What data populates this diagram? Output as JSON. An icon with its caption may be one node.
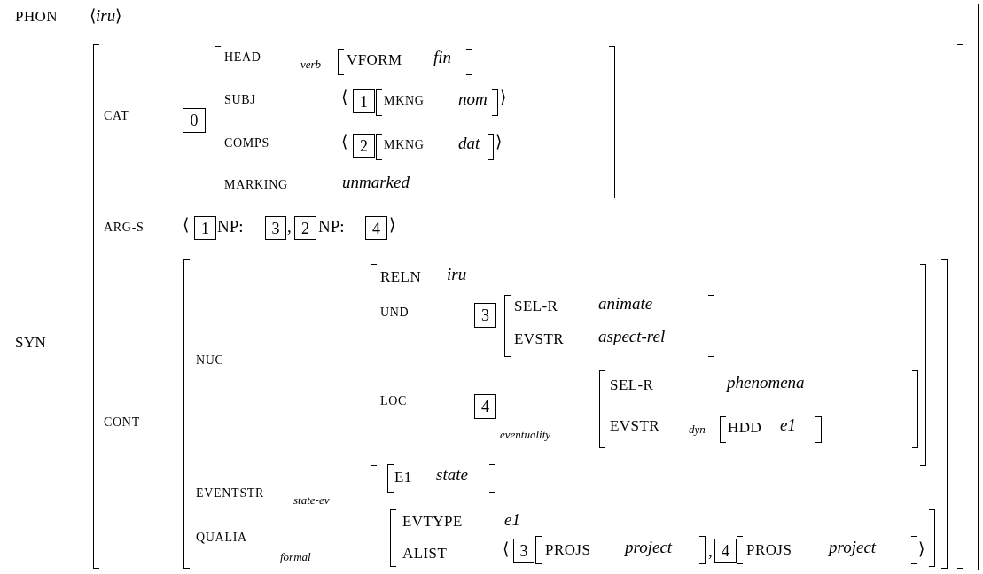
{
  "diagram": {
    "nodes": [
      {
        "text": [
          "PHON",
          "⟨*iru*⟩",
          "SYN"
        ]
      },
      {
        "text": [
          "CAT",
          "ARG-S",
          "⟨",
          "NP:",
          ",",
          "NP:",
          "⟩",
          "CONT"
        ],
        "in": 0
      },
      {
        "text": [
          "0"
        ],
        "in": 1
      },
      {
        "text": [
          "HEAD",
          "verb",
          "SUBJ",
          "⟨",
          "⟩",
          "COMPS",
          "⟨",
          "⟩",
          "MARKING",
          "unmarked"
        ],
        "in": 1
      },
      {
        "text": [
          "VFORM",
          "fin"
        ],
        "in": 3
      },
      {
        "text": [
          "1"
        ],
        "in": 3
      },
      {
        "text": [
          "MKNG",
          "nom"
        ],
        "in": 3
      },
      {
        "text": [
          "2"
        ],
        "in": 3
      },
      {
        "text": [
          "MKNG",
          "dat"
        ],
        "in": 3
      },
      {
        "text": [
          "1"
        ],
        "in": 1
      },
      {
        "text": [
          "3"
        ],
        "in": 1
      },
      {
        "text": [
          "2"
        ],
        "in": 1
      },
      {
        "text": [
          "4"
        ],
        "in": 1
      },
      {
        "text": [
          "NUC",
          "EVENTSTR",
          "state-ev",
          "QUALIA",
          "formal"
        ],
        "in": 1
      },
      {
        "text": [
          "RELN",
          "iru",
          "UND",
          "LOC",
          "eventuality"
        ],
        "in": 13
      },
      {
        "text": [
          "3"
        ],
        "in": 14
      },
      {
        "text": [
          "SEL-R",
          "animate",
          "EVSTR",
          "aspect-rel"
        ],
        "in": 14
      },
      {
        "text": [
          "4"
        ],
        "in": 14
      },
      {
        "text": [
          "SEL-R",
          "phenomena",
          "EVSTR",
          "dyn"
        ],
        "in": 14
      },
      {
        "text": [
          "HDD",
          "e1"
        ],
        "in": 18
      },
      {
        "text": [
          "E1",
          "state"
        ],
        "in": 13
      },
      {
        "text": [
          "EVTYPE",
          "e1",
          "ALIST",
          "⟨",
          ",",
          "⟩"
        ],
        "in": 13
      },
      {
        "text": [
          "3"
        ],
        "in": 21
      },
      {
        "text": [
          "PROJS",
          "project"
        ],
        "in": 21
      },
      {
        "text": [
          "4"
        ],
        "in": 21
      },
      {
        "text": [
          "PROJS",
          "project"
        ],
        "in": 21
      }
    ]
  }
}
